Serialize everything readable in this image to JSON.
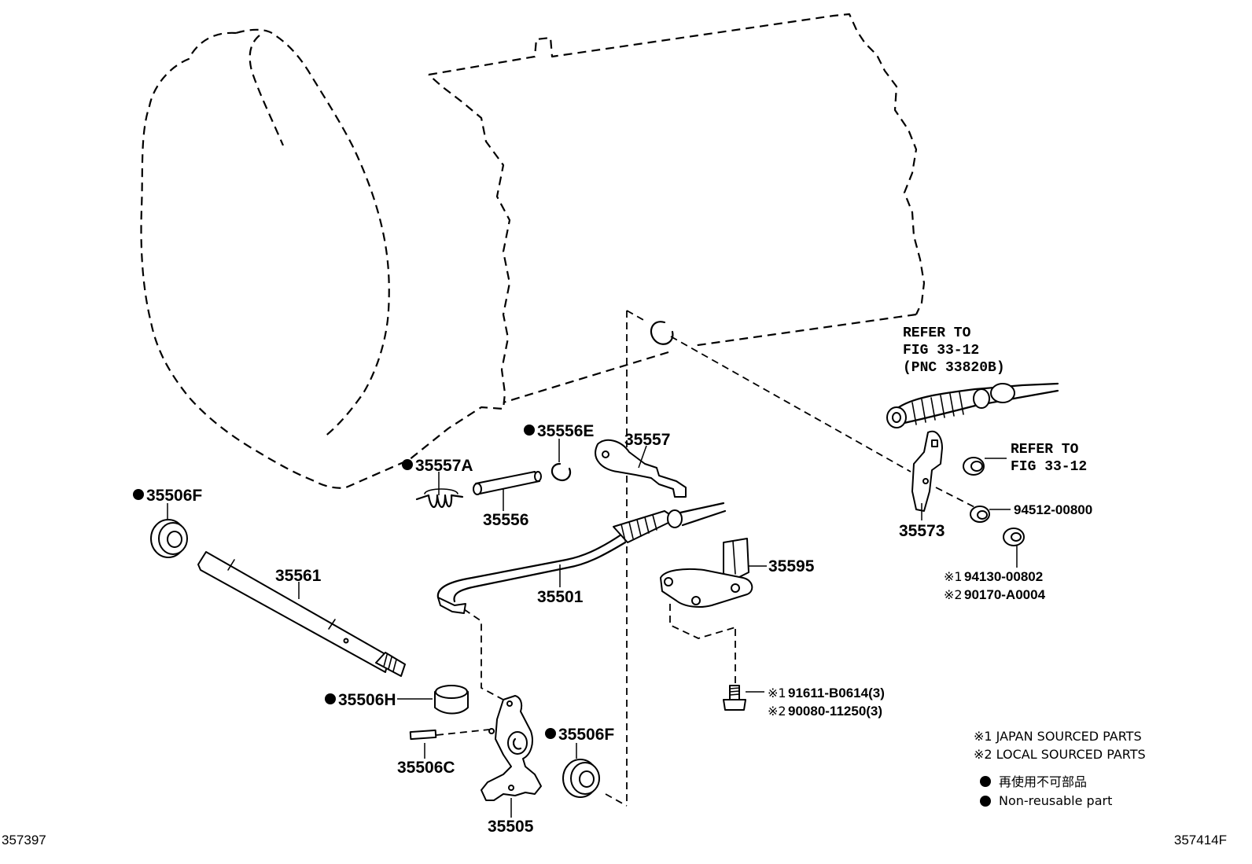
{
  "parts": {
    "p35556E": "35556E",
    "p35557": "35557",
    "p35557A": "35557A",
    "p35506F_top": "35506F",
    "p35556": "35556",
    "p35561": "35561",
    "p35501": "35501",
    "p35595": "35595",
    "p35573": "35573",
    "p35506H": "35506H",
    "p35506C": "35506C",
    "p35506F_bottom": "35506F",
    "p35505": "35505",
    "p94512": "94512-00800",
    "p94130": "94130-00802",
    "p90170": "90170-A0004",
    "p91611": "91611-B0614(3)",
    "p90080": "90080-11250(3)"
  },
  "marks": {
    "m1": "※1",
    "m2": "※2"
  },
  "refs": {
    "cable_line1": "REFER TO",
    "cable_line2": "FIG 33-12",
    "cable_line3": "(PNC 33820B)",
    "nut_line1": "REFER TO",
    "nut_line2": "FIG 33-12"
  },
  "legend": {
    "japan": "※1 JAPAN SOURCED PARTS",
    "local": "※2 LOCAL SOURCED PARTS",
    "jp_nonreuse": "再使用不可部品",
    "nonreuse": "Non-reusable part"
  },
  "ids": {
    "left": "357397",
    "right": "357414F"
  }
}
